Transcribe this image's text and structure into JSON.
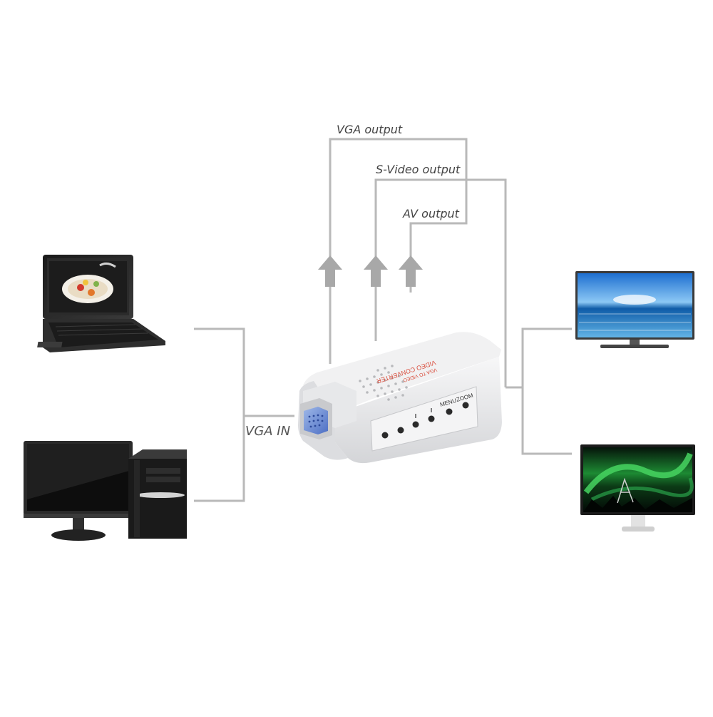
{
  "labels": {
    "vga_output": "VGA output",
    "svideo_output": "S-Video output",
    "av_output": "AV  output",
    "vga_in": "VGA IN"
  },
  "converter": {
    "top_text": "VIDEO CONVERTER",
    "sub_text": "VGA TO VIDEO",
    "menu": "MENU",
    "zoom": "ZOOM"
  },
  "colors": {
    "line": "#b9b9b9",
    "arrow": "#a8a8a8",
    "device_body": "#e9e9ea",
    "red_text": "#d94b3a"
  },
  "icons": {
    "laptop": "laptop-icon",
    "desktop": "desktop-computer-icon",
    "tv_top": "flat-tv-icon",
    "monitor_bottom": "monitor-icon",
    "arrows": "up-arrow-icon"
  }
}
